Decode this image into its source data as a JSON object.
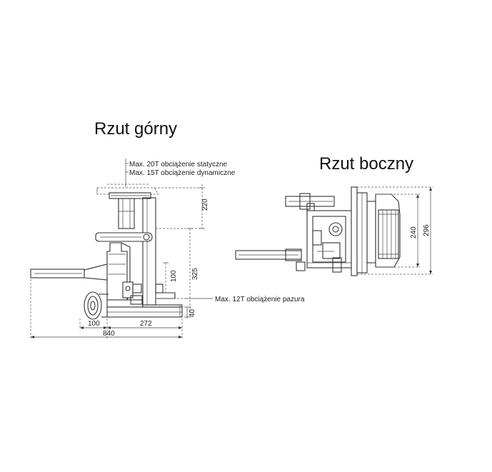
{
  "titles": {
    "top_view": "Rzut górny",
    "side_view": "Rzut boczny"
  },
  "notes": {
    "static_load": "Max. 20T obciążenie statyczne",
    "dynamic_load": "Max. 15T obciążenie dynamiczne",
    "claw_load": "Max. 12T obciążenie pazura"
  },
  "dimensions": {
    "d220": "220",
    "d325": "325",
    "d100_vertical": "100",
    "d40": "40",
    "d100_horizontal": "100",
    "d272": "272",
    "d840": "840",
    "d240": "240",
    "d296": "296"
  }
}
